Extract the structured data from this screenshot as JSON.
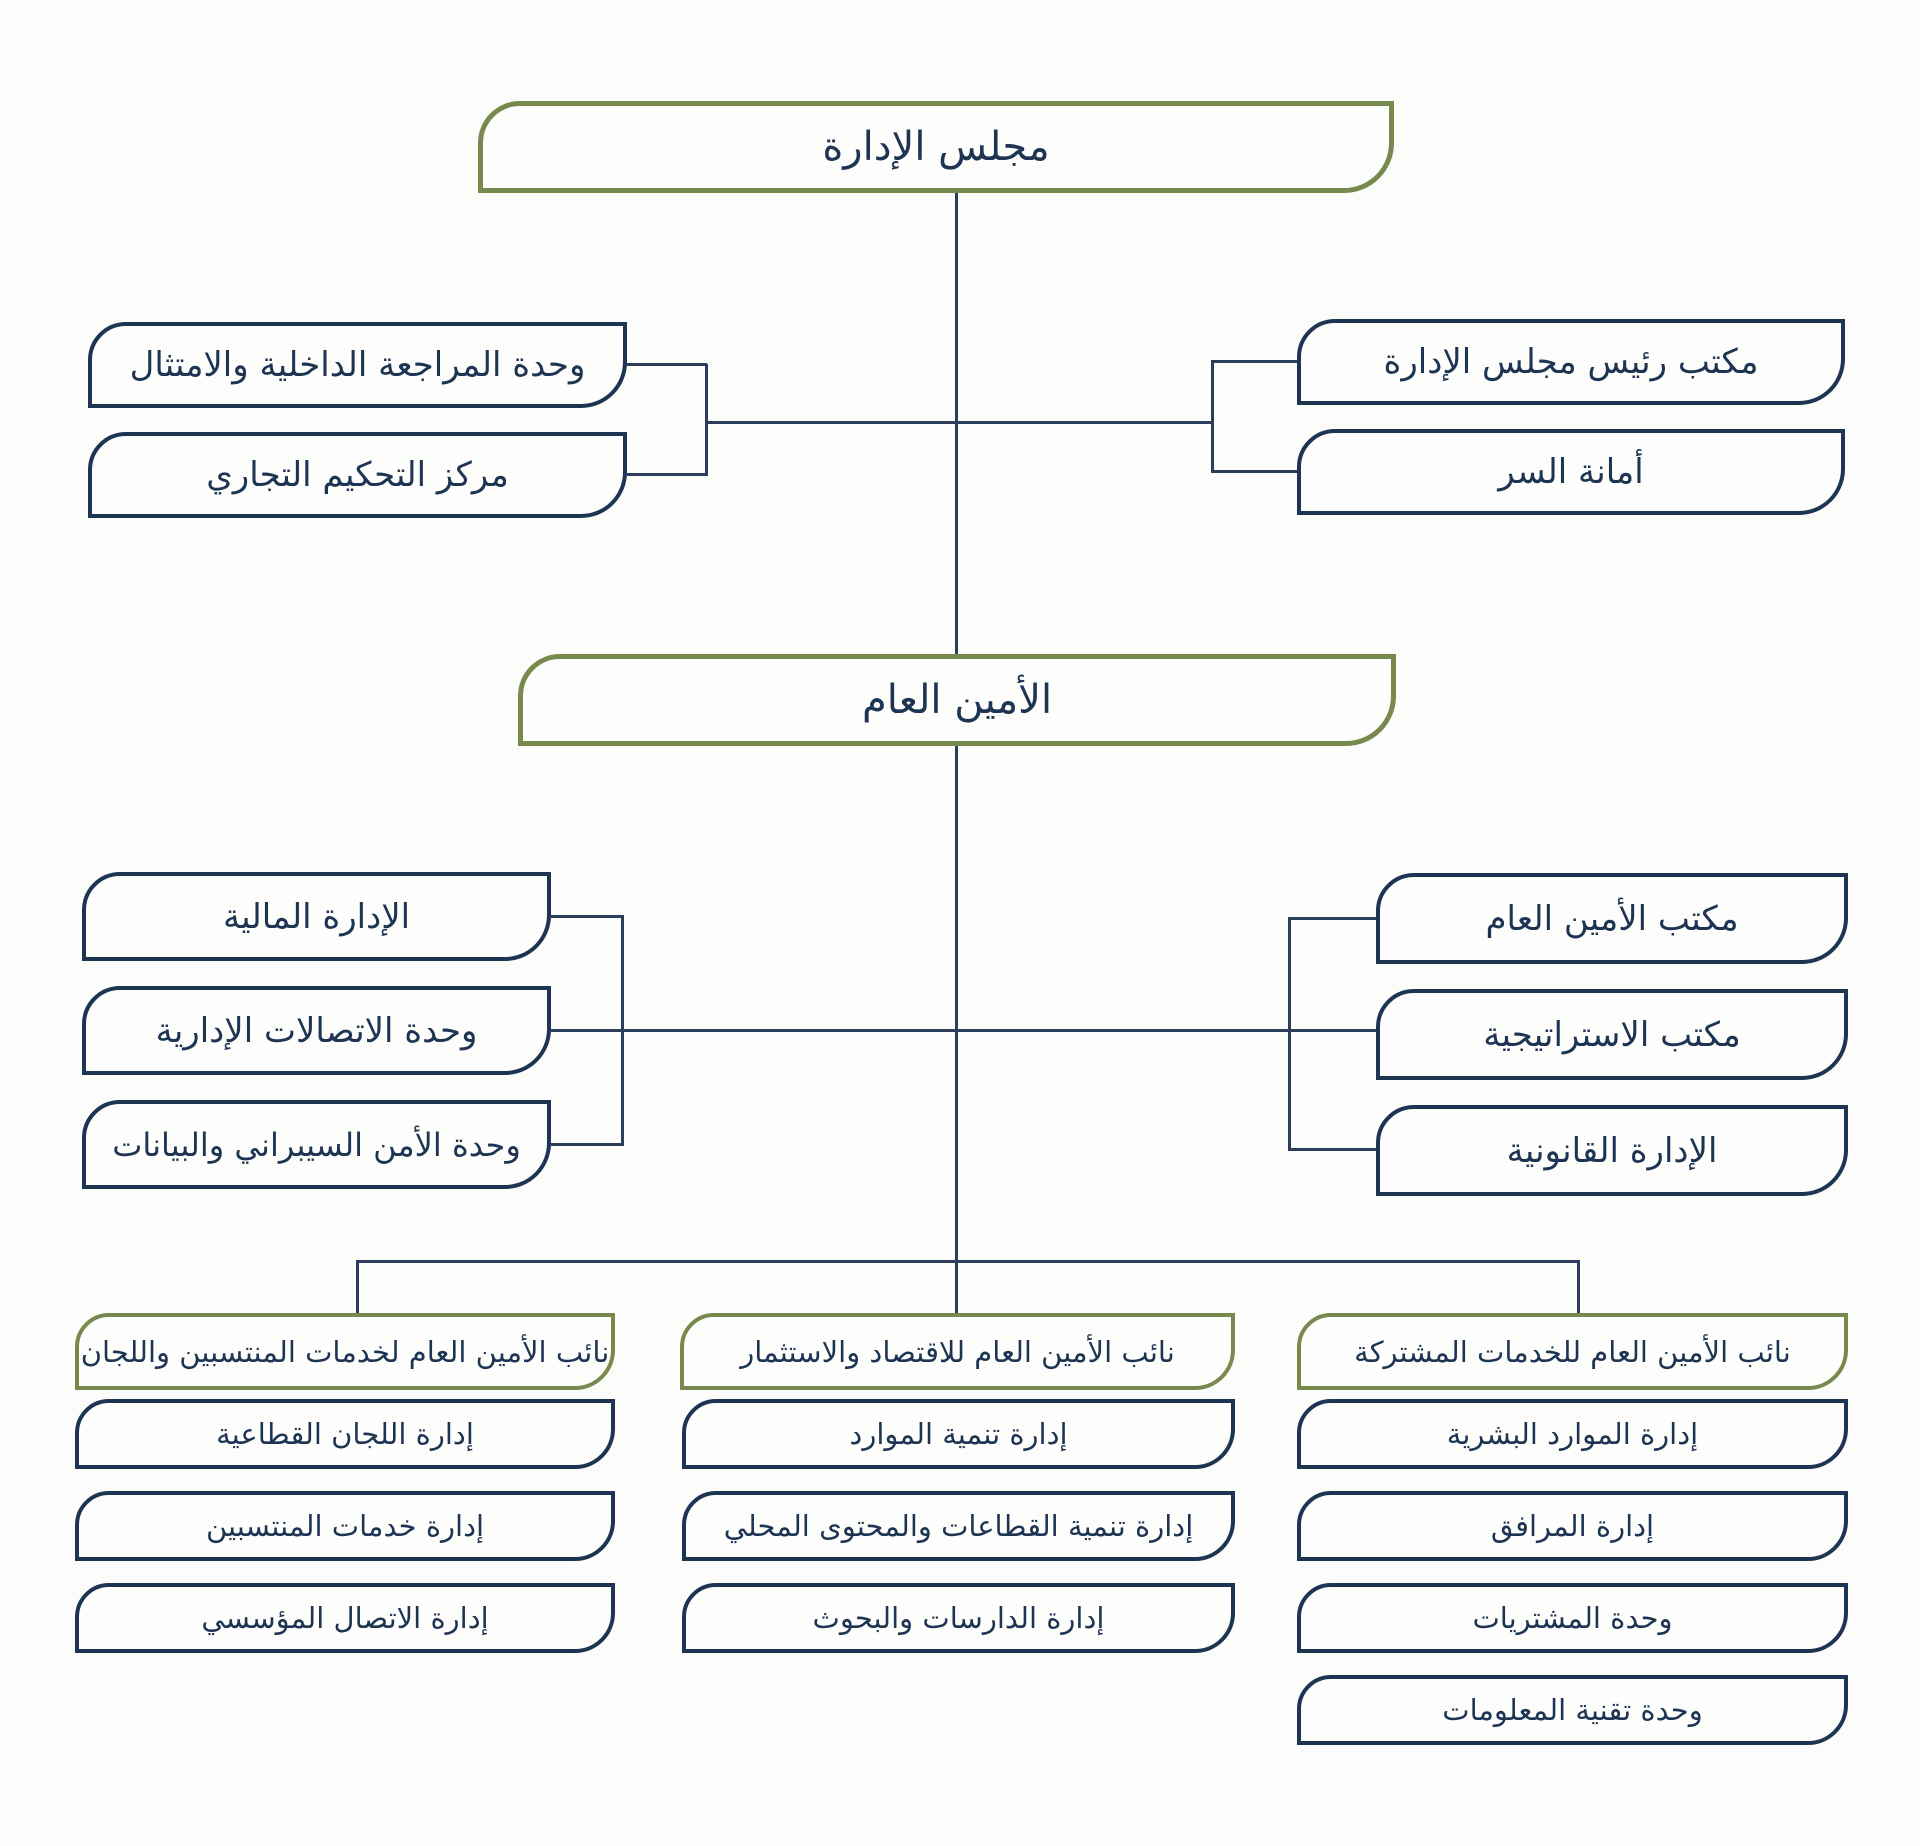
{
  "palette": {
    "navy_border_text": "#1d3453",
    "green_border": "#77894d",
    "connector_line": "#2a3e5c",
    "background": "#fcfcfa"
  },
  "chart": {
    "board": {
      "label": "مجلس الإدارة"
    },
    "board_staff": {
      "left": [
        {
          "label": "وحدة المراجعة الداخلية والامتثال"
        },
        {
          "label": "مركز التحكيم التجاري"
        }
      ],
      "right": [
        {
          "label": "مكتب رئيس مجلس الإدارة"
        },
        {
          "label": "أمانة السر"
        }
      ]
    },
    "secretary_general": {
      "label": "الأمين العام"
    },
    "sg_staff": {
      "left": [
        {
          "label": "الإدارة المالية"
        },
        {
          "label": "وحدة الاتصالات الإدارية"
        },
        {
          "label": "وحدة الأمن السيبراني والبيانات"
        }
      ],
      "right": [
        {
          "label": "مكتب الأمين العام"
        },
        {
          "label": "مكتب الاستراتيجية"
        },
        {
          "label": "الإدارة القانونية"
        }
      ]
    },
    "deputies": [
      {
        "label": "نائب الأمين العام لخدمات المنتسبين واللجان",
        "departments": [
          {
            "label": "إدارة اللجان القطاعية"
          },
          {
            "label": "إدارة خدمات المنتسبين"
          },
          {
            "label": "إدارة الاتصال المؤسسي"
          }
        ]
      },
      {
        "label": "نائب الأمين العام للاقتصاد والاستثمار",
        "departments": [
          {
            "label": "إدارة تنمية الموارد"
          },
          {
            "label": "إدارة  تنمية القطاعات والمحتوى المحلي"
          },
          {
            "label": "إدارة الدارسات والبحوث"
          }
        ]
      },
      {
        "label": "نائب الأمين العام للخدمات المشتركة",
        "departments": [
          {
            "label": "إدارة الموارد البشرية"
          },
          {
            "label": "إدارة المرافق"
          },
          {
            "label": "وحدة المشتريات"
          },
          {
            "label": "وحدة تقنية المعلومات"
          }
        ]
      }
    ]
  }
}
